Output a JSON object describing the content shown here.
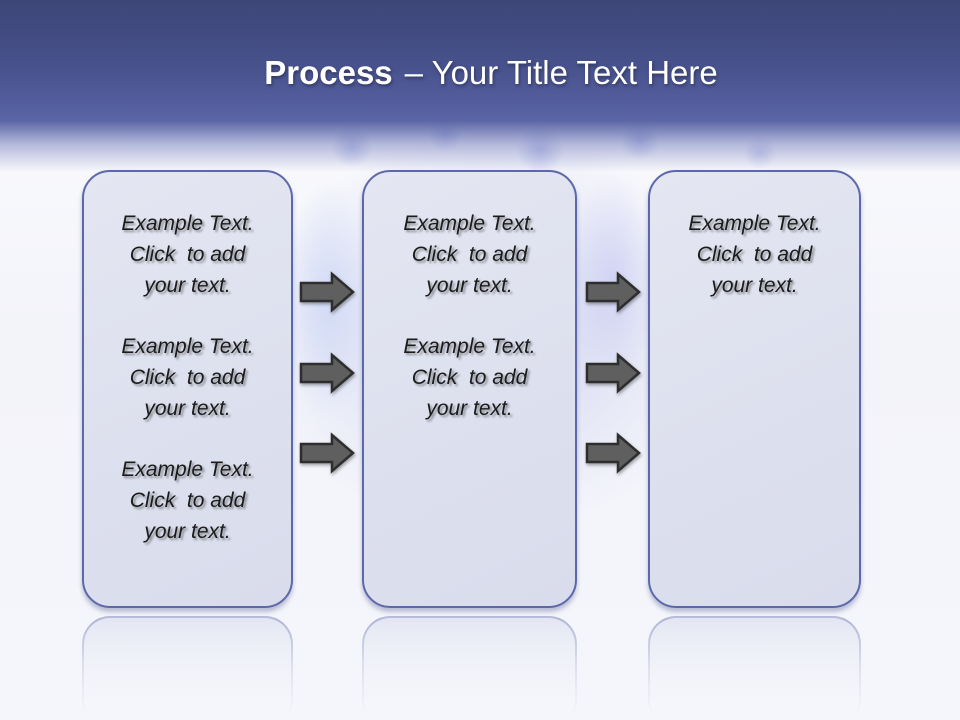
{
  "slide": {
    "title": {
      "emphasis": "Process",
      "rest": "– Your Title Text Here"
    },
    "boxes": [
      {
        "name": "step-1",
        "paragraphs": [
          "Example Text.\nClick  to add\nyour text.",
          "Example Text.\nClick  to add\nyour text.",
          "Example Text.\nClick  to add\nyour text."
        ]
      },
      {
        "name": "step-2",
        "paragraphs": [
          "Example Text.\nClick  to add\nyour text.",
          "Example Text.\nClick  to add\nyour text."
        ]
      },
      {
        "name": "step-3",
        "paragraphs": [
          "Example Text.\nClick  to add\nyour text."
        ]
      }
    ],
    "arrows": {
      "icon": "right-arrow",
      "per_gap": 3,
      "gaps": 2
    },
    "colors": {
      "header_top": "#3d4677",
      "header_bottom": "#5a65a5",
      "box_fill": "#dde0ee",
      "box_border": "#5c68aa",
      "arrow_fill": "#5f5f5f",
      "arrow_outline": "#2e2e2e",
      "title_text": "#ffffff",
      "body_text": "#1b1b1b"
    }
  }
}
